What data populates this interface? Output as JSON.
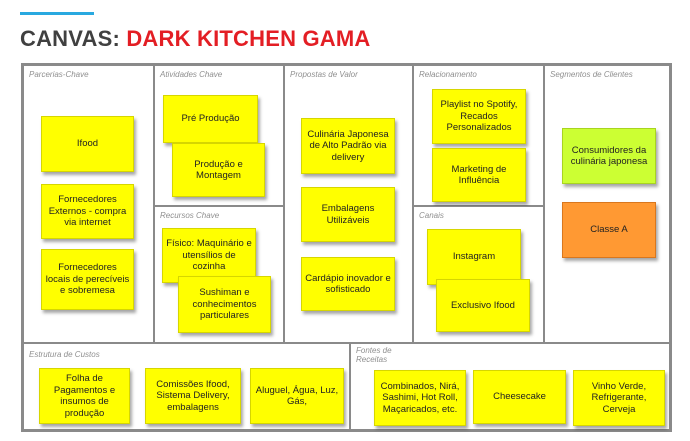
{
  "header": {
    "title_prefix": "CANVAS:",
    "title_main": "DARK KITCHEN GAMA",
    "accent_color": "#29a9e0",
    "title_color": "#e31e24"
  },
  "blocks": {
    "parcerias": {
      "label": "Parcerias-Chave",
      "notes": [
        "Ifood",
        "Fornecedores Externos - compra via internet",
        "Fornecedores locais de perecíveis e sobremesa"
      ]
    },
    "atividades": {
      "label": "Atividades Chave",
      "notes": [
        "Pré Produção",
        "Produção e Montagem"
      ]
    },
    "recursos": {
      "label": "Recursos Chave",
      "notes": [
        "Físico: Maquinário e utensílios de cozinha",
        "Sushiman e conhecimentos particulares"
      ]
    },
    "propostas": {
      "label": "Propostas de Valor",
      "notes": [
        "Culinária Japonesa de Alto Padrão via delivery",
        "Embalagens Utilizáveis",
        "Cardápio inovador e sofisticado"
      ]
    },
    "relacionamento": {
      "label": "Relacionamento",
      "notes": [
        "Playlist no Spotify, Recados Personalizados",
        "Marketing de Influência"
      ]
    },
    "canais": {
      "label": "Canais",
      "notes": [
        "Instagram",
        "Exclusivo Ifood"
      ]
    },
    "segmentos": {
      "label": "Segmentos de Clientes",
      "notes": [
        "Consumidores da culinária japonesa",
        "Classe A"
      ]
    },
    "custos": {
      "label": "Estrutura de Custos",
      "notes": [
        "Folha de Pagamentos e insumos de produção",
        "Comissões Ifood, Sistema Delivery, embalagens",
        "Aluguel, Água, Luz, Gás,"
      ]
    },
    "receitas": {
      "label": "Fontes de Receitas",
      "notes": [
        "Combinados, Nirá, Sashimi, Hot Roll, Maçaricados, etc.",
        "Cheesecake",
        "Vinho Verde, Refrigerante, Cerveja"
      ]
    }
  },
  "colors": {
    "note_yellow": "#ffff00",
    "note_green": "#ccff33",
    "note_orange": "#ff9933"
  }
}
